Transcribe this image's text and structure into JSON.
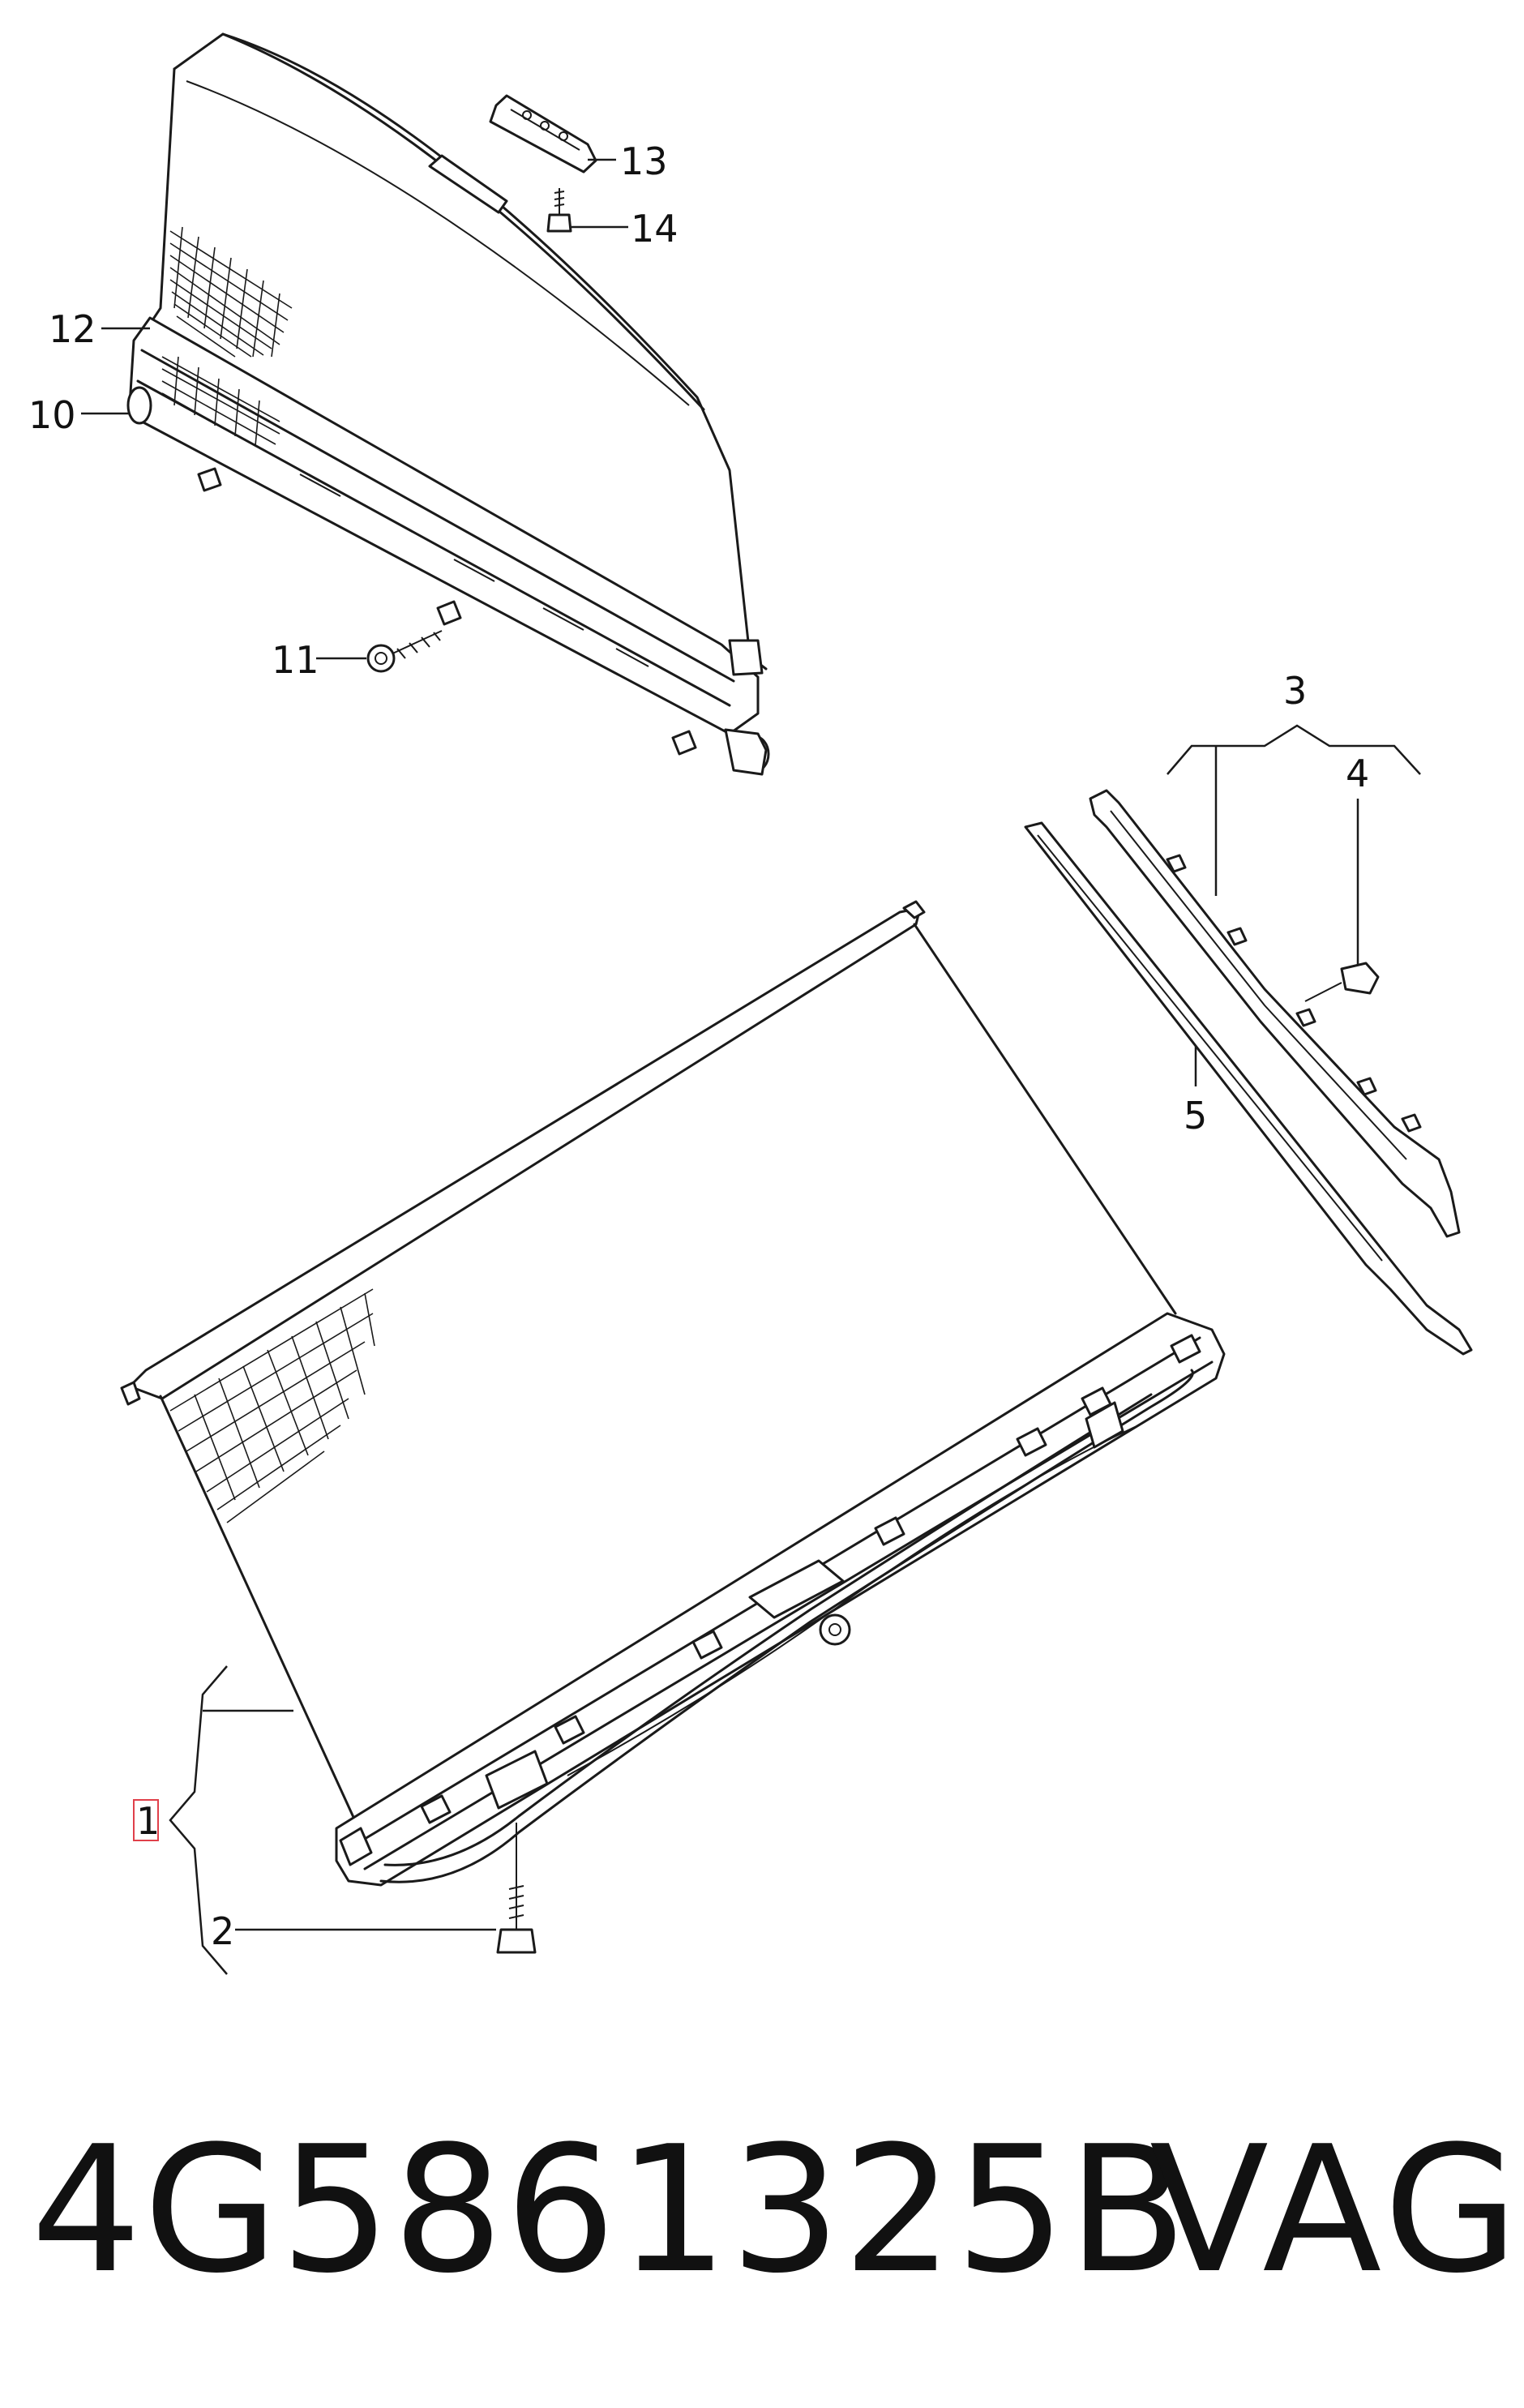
{
  "callouts": {
    "c1": "1",
    "c2": "2",
    "c3": "3",
    "c4": "4",
    "c5": "5",
    "c10": "10",
    "c11": "11",
    "c12": "12",
    "c13": "13",
    "c14": "14"
  },
  "footer": {
    "part_number": "4G5861325B",
    "brand": "VAG"
  },
  "colors": {
    "line": "#1a1a1a",
    "highlight": "#e0404a",
    "background": "#ffffff"
  }
}
